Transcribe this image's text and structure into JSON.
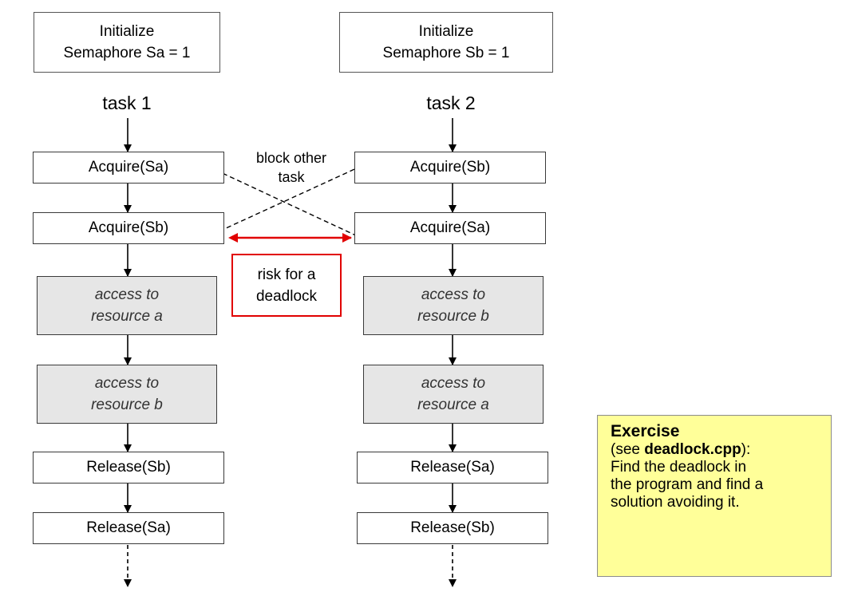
{
  "columns": [
    {
      "init": [
        "Initialize",
        "Semaphore Sa = 1"
      ],
      "task": "task 1",
      "steps": [
        {
          "kind": "step",
          "lines": [
            "Acquire(Sa)"
          ]
        },
        {
          "kind": "step",
          "lines": [
            "Acquire(Sb)"
          ]
        },
        {
          "kind": "resource",
          "lines": [
            "access to",
            "resource a"
          ]
        },
        {
          "kind": "resource",
          "lines": [
            "access to",
            "resource b"
          ]
        },
        {
          "kind": "step",
          "lines": [
            "Release(Sb)"
          ]
        },
        {
          "kind": "step",
          "lines": [
            "Release(Sa)"
          ]
        }
      ]
    },
    {
      "init": [
        "Initialize",
        "Semaphore Sb = 1"
      ],
      "task": "task 2",
      "steps": [
        {
          "kind": "step",
          "lines": [
            "Acquire(Sb)"
          ]
        },
        {
          "kind": "step",
          "lines": [
            "Acquire(Sa)"
          ]
        },
        {
          "kind": "resource",
          "lines": [
            "access to",
            "resource b"
          ]
        },
        {
          "kind": "resource",
          "lines": [
            "access to",
            "resource a"
          ]
        },
        {
          "kind": "step",
          "lines": [
            "Release(Sa)"
          ]
        },
        {
          "kind": "step",
          "lines": [
            "Release(Sb)"
          ]
        }
      ]
    }
  ],
  "block_note": [
    "block other",
    "task"
  ],
  "risk_note": [
    "risk for a",
    "deadlock"
  ],
  "exercise": {
    "title": "Exercise",
    "line1_prefix": "(see ",
    "line1_file": "deadlock.cpp",
    "line1_suffix": "):",
    "lines": [
      "Find the deadlock in",
      "the program and find a",
      "solution avoiding it."
    ]
  },
  "colors": {
    "risk": "#e10000",
    "resource_fill": "#e6e6e6",
    "exercise_fill": "#ffff99"
  }
}
